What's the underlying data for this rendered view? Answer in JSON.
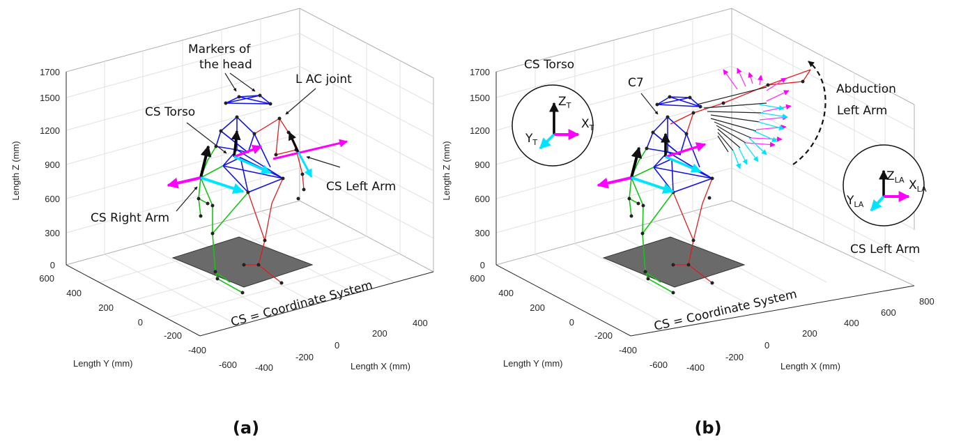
{
  "panels": [
    {
      "label": "(a)",
      "z_axis": {
        "label": "Length Z (mm)",
        "ticks": [
          "1700",
          "1500",
          "1200",
          "900",
          "600",
          "300",
          "0"
        ]
      },
      "y_axis": {
        "label": "Length Y (mm)",
        "ticks": [
          "600",
          "400",
          "200",
          "0",
          "-200",
          "-400",
          "-600"
        ]
      },
      "x_axis": {
        "label": "Length X (mm)",
        "ticks": [
          "-400",
          "-200",
          "0",
          "200",
          "400"
        ]
      },
      "annotations": {
        "markers_head_line1": "Markers of",
        "markers_head_line2": "the head",
        "l_ac_joint": "L AC joint",
        "cs_torso": "CS Torso",
        "cs_left_arm": "CS Left Arm",
        "cs_right_arm": "CS Right Arm",
        "cs_definition": "CS = Coordinate System"
      }
    },
    {
      "label": "(b)",
      "z_axis": {
        "label": "Length Z (mm)",
        "ticks": [
          "1700",
          "1500",
          "1200",
          "900",
          "600",
          "300",
          "0"
        ]
      },
      "y_axis": {
        "label": "Length Y (mm)",
        "ticks": [
          "600",
          "400",
          "200",
          "0",
          "-200",
          "-400",
          "-600"
        ]
      },
      "x_axis": {
        "label": "Length X (mm)",
        "ticks": [
          "-400",
          "-200",
          "0",
          "200",
          "400",
          "600",
          "800"
        ]
      },
      "annotations": {
        "cs_torso_title": "CS Torso",
        "c7": "C7",
        "abduction_line1": "Abduction",
        "abduction_line2": "Left Arm",
        "cs_left_arm_title": "CS Left Arm",
        "cs_definition": "CS = Coordinate System"
      },
      "torso_inset": {
        "z": "Z",
        "z_sub": "T",
        "x": "X",
        "x_sub": "T",
        "y": "Y",
        "y_sub": "T"
      },
      "arm_inset": {
        "z": "Z",
        "z_sub": "LA",
        "x": "X",
        "x_sub": "LA",
        "y": "Y",
        "y_sub": "LA"
      }
    }
  ],
  "colors": {
    "torso_lines": "#1515e0",
    "left_side_lines": "#e01c1c",
    "right_side_lines": "#16c416",
    "z_axis_arrow": "#000000",
    "x_axis_arrow": "#ff00ff",
    "y_axis_arrow": "#00e5ff",
    "force_plate": "#6a6a6a"
  }
}
